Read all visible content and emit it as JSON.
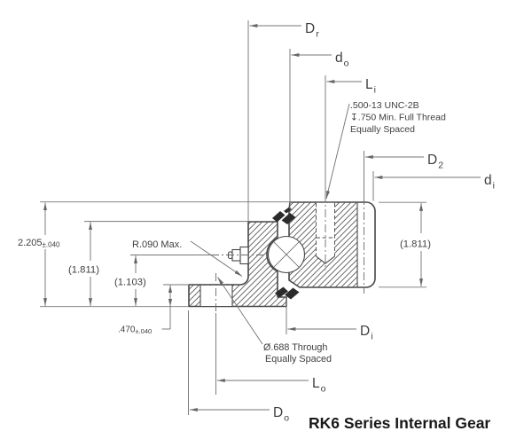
{
  "title": "RK6 Series Internal Gear",
  "labels": {
    "dr": {
      "main": "D",
      "sub": "r"
    },
    "do_top": {
      "main": "d",
      "sub": "o"
    },
    "li": {
      "main": "L",
      "sub": "i"
    },
    "d2": {
      "main": "D",
      "sub": "2"
    },
    "di_small": {
      "main": "d",
      "sub": "i"
    },
    "di_cap": {
      "main": "D",
      "sub": "i"
    },
    "lo": {
      "main": "L",
      "sub": "o"
    },
    "do_cap": {
      "main": "D",
      "sub": "o"
    }
  },
  "dimensions": {
    "overall_height": {
      "value": "2.205",
      "tolerance": "±.040"
    },
    "gear_ring_height": "(1.811)",
    "grease_fitting_height": "(1.103)",
    "flange_thickness": {
      "value": ".470",
      "tolerance": "±.040"
    },
    "outer_ring_height": "(1.811)"
  },
  "callouts": {
    "tapped_hole": {
      "line1": ".500-13 UNC-2B",
      "line2": "↧.750 Min. Full Thread",
      "line3": "Equally Spaced"
    },
    "fillet_radius": "R.090 Max.",
    "through_hole": {
      "line1": "Ø.688 Through",
      "line2": "Equally Spaced"
    }
  },
  "colors": {
    "background": "#ffffff",
    "outline": "#474747",
    "dimension_lines": "#767676",
    "text": "#3e3e3e",
    "title_text": "#191919"
  }
}
